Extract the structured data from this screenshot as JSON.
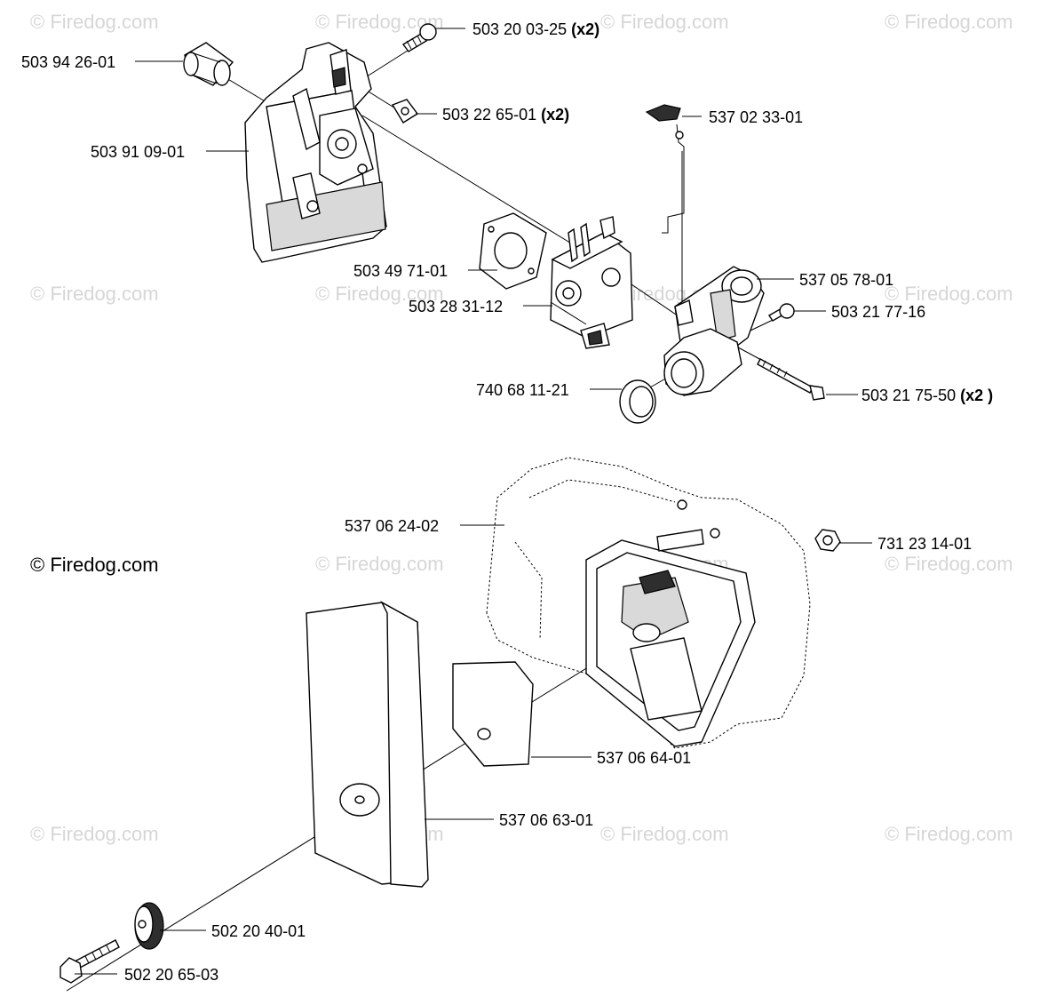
{
  "watermark": "© Firedog.com",
  "copyright": "© Firedog.com",
  "callouts": [
    {
      "id": "intake_adapter",
      "part": "503 94 26-01",
      "qty": ""
    },
    {
      "id": "air_box",
      "part": "503 91 09-01",
      "qty": ""
    },
    {
      "id": "screw_top",
      "part": "503 20 03-25",
      "qty": "(x2)"
    },
    {
      "id": "nut_plate",
      "part": "503 22 65-01",
      "qty": "(x2)"
    },
    {
      "id": "throttle_link",
      "part": "537 02 33-01",
      "qty": ""
    },
    {
      "id": "gasket",
      "part": "503 49 71-01",
      "qty": ""
    },
    {
      "id": "carburetor",
      "part": "503 28 31-12",
      "qty": ""
    },
    {
      "id": "intake_manifold",
      "part": "537 05 78-01",
      "qty": ""
    },
    {
      "id": "screw_manifold",
      "part": "503 21 77-16",
      "qty": ""
    },
    {
      "id": "seal_ring",
      "part": "740 68 11-21",
      "qty": ""
    },
    {
      "id": "long_bolt",
      "part": "503 21 75-50",
      "qty": "(x2 )"
    },
    {
      "id": "filter_housing",
      "part": "537 06 24-02",
      "qty": ""
    },
    {
      "id": "hex_nut",
      "part": "731 23 14-01",
      "qty": ""
    },
    {
      "id": "air_filter",
      "part": "537 06 64-01",
      "qty": ""
    },
    {
      "id": "filter_cover",
      "part": "537 06 63-01",
      "qty": ""
    },
    {
      "id": "knob",
      "part": "502 20 40-01",
      "qty": ""
    },
    {
      "id": "cover_screw",
      "part": "502 20 65-03",
      "qty": ""
    }
  ]
}
